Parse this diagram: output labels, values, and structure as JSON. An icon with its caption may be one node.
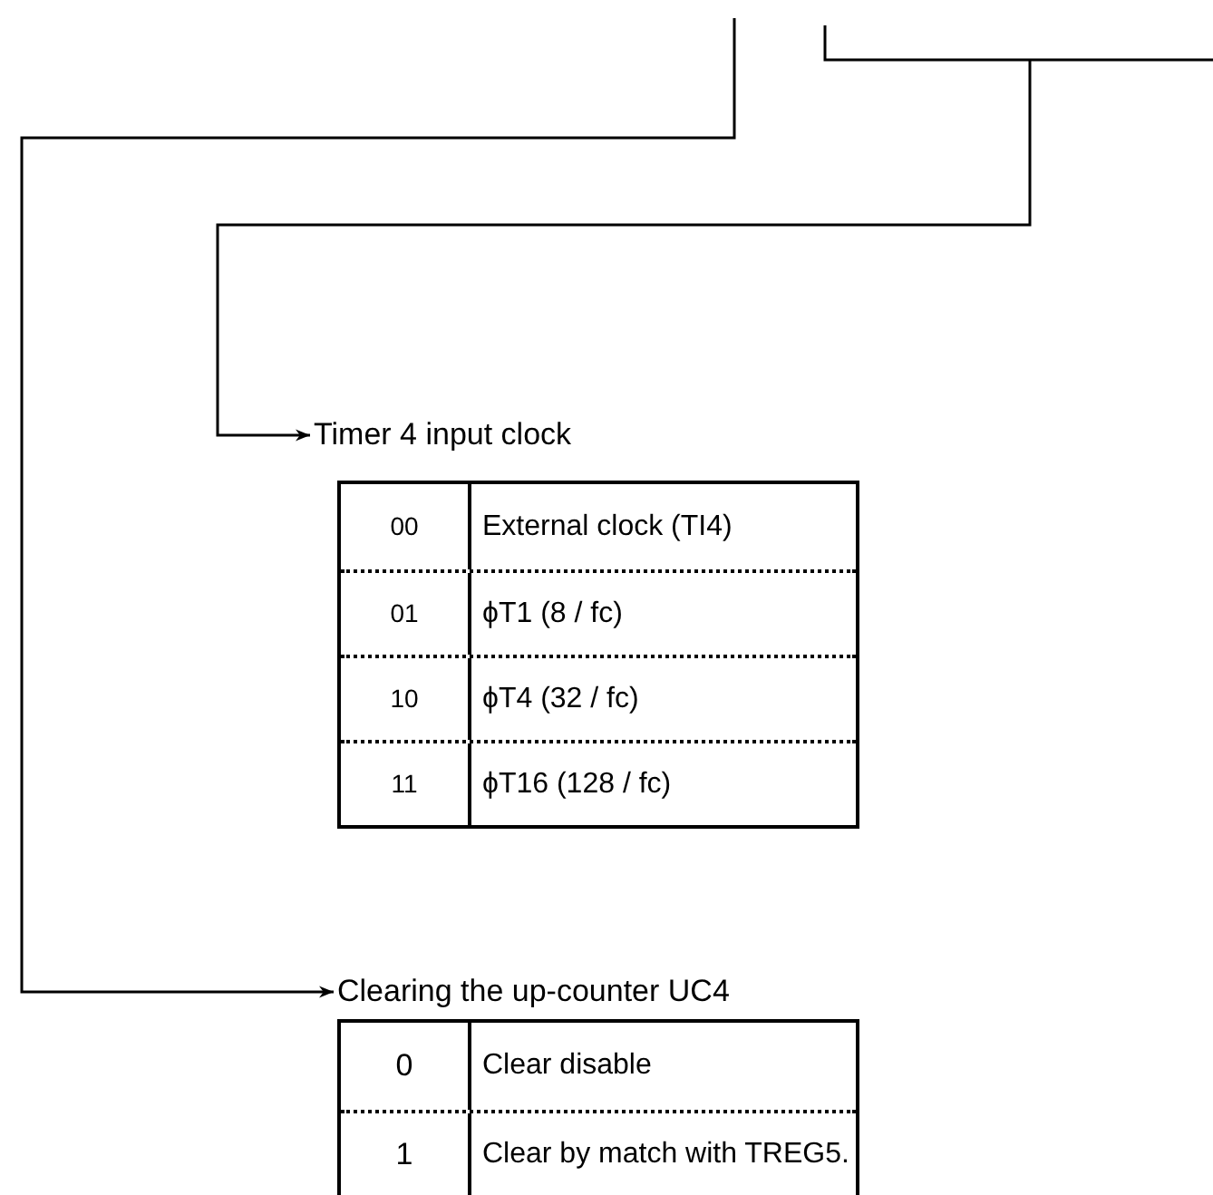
{
  "diagram": {
    "nodes": [
      {
        "text": [
          "Timer 4 input clock"
        ]
      },
      {
        "text": [
          "Clearing the up-counter UC4"
        ]
      }
    ],
    "edges": [
      {
        "from": null,
        "to": 0,
        "arrow": "to"
      },
      {
        "from": null,
        "to": 1,
        "arrow": "to"
      }
    ],
    "labels": [
      "00",
      "External clock (TI4)",
      "01",
      "ϕT1 (8 / fc)",
      "10",
      "ϕT4 (32 / fc)",
      "11",
      "ϕT16 (128 / fc)",
      "0",
      "Clear disable",
      "1",
      "Clear by match with TREG5."
    ]
  }
}
